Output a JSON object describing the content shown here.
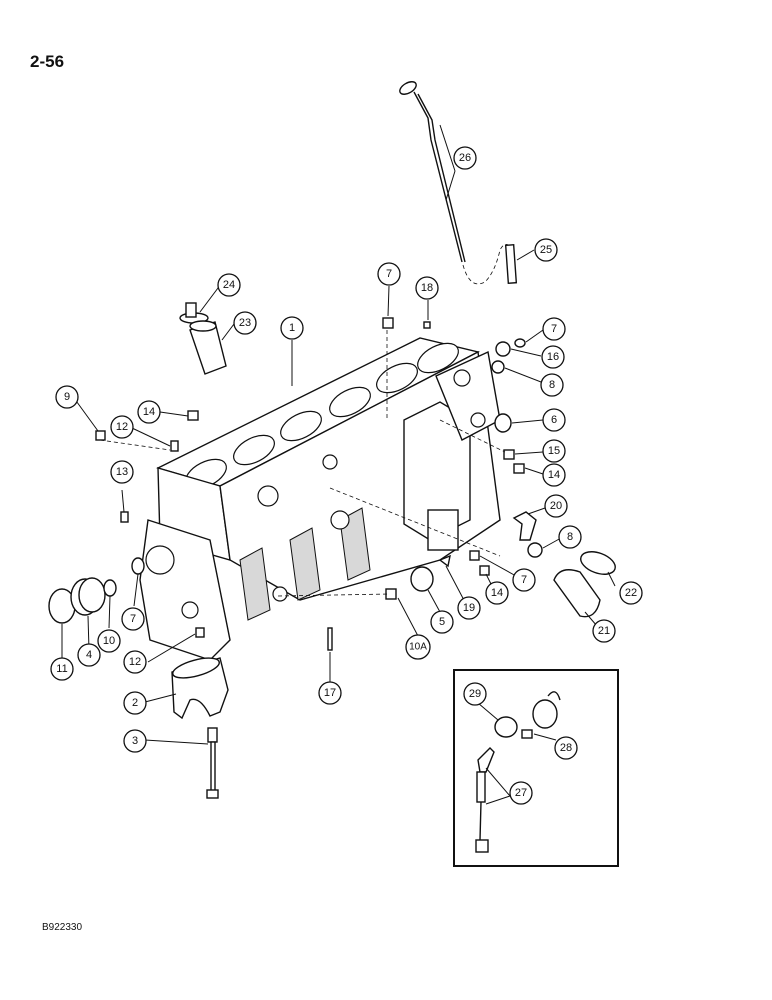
{
  "page": {
    "page_number": "2-56",
    "figure_code": "B922330"
  },
  "callouts": [
    {
      "id": "c1",
      "label": "1"
    },
    {
      "id": "c2",
      "label": "2"
    },
    {
      "id": "c3",
      "label": "3"
    },
    {
      "id": "c4",
      "label": "4"
    },
    {
      "id": "c5",
      "label": "5"
    },
    {
      "id": "c6",
      "label": "6"
    },
    {
      "id": "c7a",
      "label": "7"
    },
    {
      "id": "c7b",
      "label": "7"
    },
    {
      "id": "c7c",
      "label": "7"
    },
    {
      "id": "c7d",
      "label": "7"
    },
    {
      "id": "c8a",
      "label": "8"
    },
    {
      "id": "c8b",
      "label": "8"
    },
    {
      "id": "c9",
      "label": "9"
    },
    {
      "id": "c10",
      "label": "10"
    },
    {
      "id": "c10a",
      "label": "10A"
    },
    {
      "id": "c11",
      "label": "11"
    },
    {
      "id": "c12a",
      "label": "12"
    },
    {
      "id": "c12b",
      "label": "12"
    },
    {
      "id": "c13",
      "label": "13"
    },
    {
      "id": "c14a",
      "label": "14"
    },
    {
      "id": "c14b",
      "label": "14"
    },
    {
      "id": "c14c",
      "label": "14"
    },
    {
      "id": "c15",
      "label": "15"
    },
    {
      "id": "c16",
      "label": "16"
    },
    {
      "id": "c17",
      "label": "17"
    },
    {
      "id": "c18",
      "label": "18"
    },
    {
      "id": "c19",
      "label": "19"
    },
    {
      "id": "c20",
      "label": "20"
    },
    {
      "id": "c21",
      "label": "21"
    },
    {
      "id": "c22",
      "label": "22"
    },
    {
      "id": "c23",
      "label": "23"
    },
    {
      "id": "c24",
      "label": "24"
    },
    {
      "id": "c25",
      "label": "25"
    },
    {
      "id": "c26",
      "label": "26"
    },
    {
      "id": "c27",
      "label": "27"
    },
    {
      "id": "c28",
      "label": "28"
    },
    {
      "id": "c29",
      "label": "29"
    }
  ]
}
